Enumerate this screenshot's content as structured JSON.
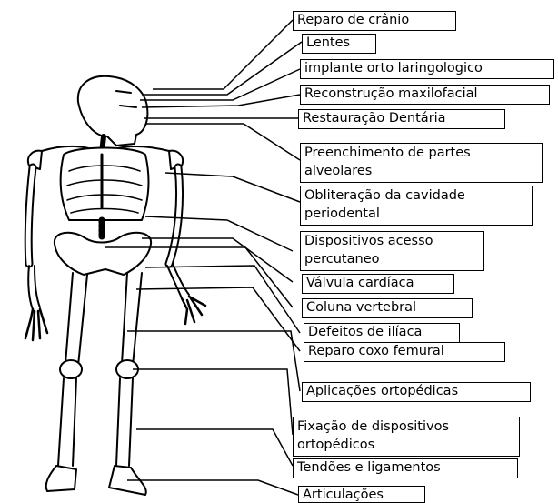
{
  "labels": [
    {
      "id": "cranio",
      "text": "Reparo de crânio"
    },
    {
      "id": "lentes",
      "text": "Lentes"
    },
    {
      "id": "laringo",
      "text": "implante orto laringologico"
    },
    {
      "id": "maxilo",
      "text": "Reconstrução maxilofacial"
    },
    {
      "id": "dentaria",
      "text": "Restauração Dentária"
    },
    {
      "id": "alveolares",
      "text": "Preenchimento de partes alveolares"
    },
    {
      "id": "periodental",
      "text": "Obliteração da cavidade periodental"
    },
    {
      "id": "percutaneo",
      "text": "Dispositivos acesso percutaneo"
    },
    {
      "id": "valvula",
      "text": "Válvula cardíaca"
    },
    {
      "id": "coluna",
      "text": "Coluna vertebral"
    },
    {
      "id": "iliaca",
      "text": "Defeitos de ilíaca"
    },
    {
      "id": "coxo",
      "text": "Reparo coxo femural"
    },
    {
      "id": "aplicacoes",
      "text": "Aplicações ortopédicas"
    },
    {
      "id": "fixacao",
      "text": "Fixação de dispositivos ortopédicos"
    },
    {
      "id": "tendoes",
      "text": "Tendões e ligamentos"
    },
    {
      "id": "articulacoes",
      "text": "Articulações"
    }
  ],
  "colors": {
    "ink": "#000000",
    "paper": "#ffffff"
  }
}
